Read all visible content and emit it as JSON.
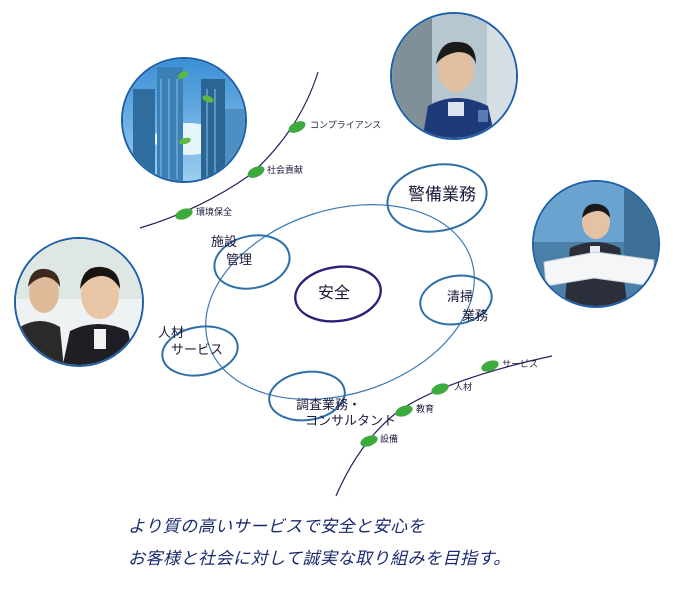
{
  "center": {
    "label": "安全"
  },
  "services": {
    "keibi": "警備業務",
    "seisou_line1": "清掃",
    "seisou_line2": "業務",
    "shisetsu_line1": "施設",
    "shisetsu_line2": "管理",
    "jinzai_line1": "人材",
    "jinzai_line2": "サービス",
    "chousa_line1": "調査業務・",
    "chousa_line2": "コンサルタント"
  },
  "branch_top": [
    "コンプライアンス",
    "社会貢献",
    "環境保全"
  ],
  "branch_bottom": [
    "サービス",
    "人材",
    "教育",
    "設備"
  ],
  "photos": [
    "city-buildings-photo",
    "security-guard-photo",
    "businessman-blueprint-photo",
    "two-businessmen-photo"
  ],
  "tagline": {
    "line1": "より質の高いサービスで安全と安心を",
    "line2": "お客様と社会に対して誠実な取り組みを目指す。"
  },
  "colors": {
    "ring": "#2f6fa8",
    "center_ring": "#2b1f7a",
    "leaf": "#3caa3c",
    "branch": "#2a1f5e",
    "text": "#1b2a6e"
  }
}
